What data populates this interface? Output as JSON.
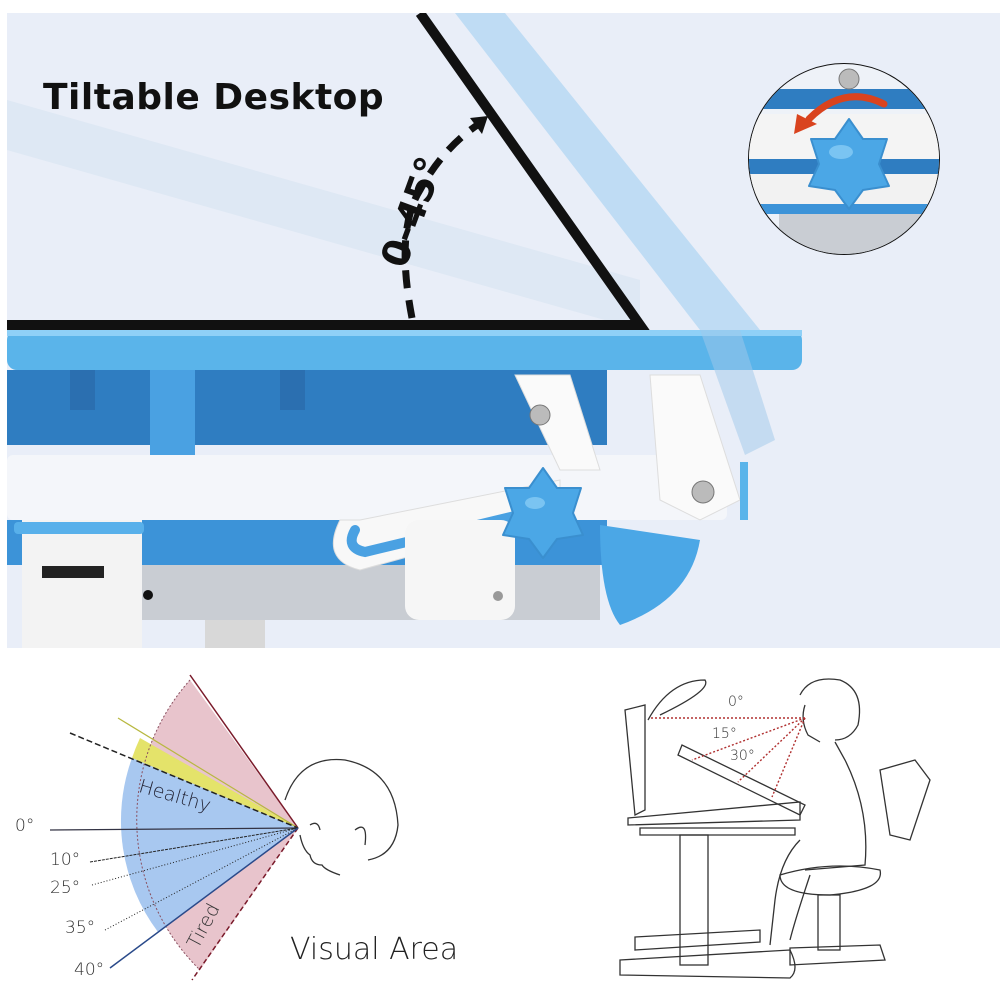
{
  "hero": {
    "title": "Tiltable Desktop",
    "angle_range": "0-45°",
    "colors": {
      "background": "#e9eef8",
      "desk_blue": "#5ab4ea",
      "knob_blue": "#4ba7e6",
      "arrow_red": "#d9431e",
      "outline": "#111111"
    }
  },
  "inset": {
    "icon": "rotate-knob-counterclockwise"
  },
  "visual_area": {
    "title": "Visual Area",
    "zones": {
      "healthy": "Healthy",
      "tired": "Tired"
    },
    "angles": [
      "0°",
      "10°",
      "25°",
      "35°",
      "40°"
    ],
    "colors": {
      "healthy": "#a8c8f0",
      "tired": "#e8c4cc",
      "warning": "#e4e36a"
    }
  },
  "posture": {
    "angles": [
      "0°",
      "15°",
      "30°"
    ],
    "line_color": "#b03030"
  }
}
